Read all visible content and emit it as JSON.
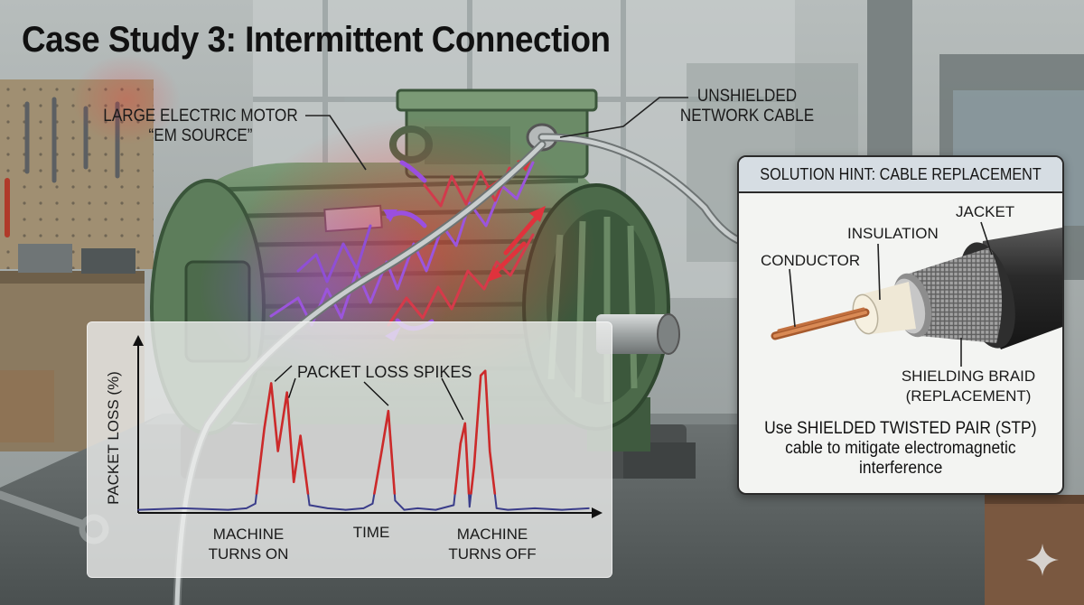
{
  "title": "Case Study 3: Intermittent Connection",
  "labels": {
    "motor_line1": "LARGE ELECTRIC MOTOR",
    "motor_line2": "“EM SOURCE”",
    "cable_line1": "UNSHIELDED",
    "cable_line2": "NETWORK CABLE"
  },
  "chart": {
    "ylabel": "PACKET LOSS (%)",
    "xlabel": "TIME",
    "spikes_label": "PACKET LOSS SPIKES",
    "on_line1": "MACHINE",
    "on_line2": "TURNS ON",
    "off_line1": "MACHINE",
    "off_line2": "TURNS OFF"
  },
  "chart_data": {
    "type": "line",
    "x": [
      0,
      10,
      20,
      24,
      26,
      28,
      29.5,
      31,
      33,
      34.5,
      36,
      38,
      42,
      46,
      50,
      52,
      54,
      55.5,
      57,
      59,
      62,
      66,
      70,
      71.5,
      72.5,
      73.5,
      74.5,
      76,
      77,
      78,
      79.5,
      82,
      88,
      94,
      100
    ],
    "y": [
      2,
      3,
      2,
      3,
      6,
      55,
      84,
      40,
      78,
      20,
      50,
      5,
      3,
      2,
      3,
      6,
      40,
      66,
      8,
      2,
      3,
      2,
      5,
      45,
      58,
      4,
      30,
      89,
      92,
      40,
      3,
      2,
      3,
      2,
      3
    ],
    "series": [
      {
        "values_note": ""
      }
    ],
    "xlabel": "TIME",
    "ylabel": "PACKET LOSS (%)",
    "annotations": [
      "PACKET LOSS SPIKES",
      "MACHINE TURNS ON",
      "MACHINE TURNS OFF"
    ],
    "xlim": [
      0,
      100
    ],
    "ylim": [
      0,
      100
    ],
    "grid": false
  },
  "hint": {
    "heading": "SOLUTION HINT: CABLE REPLACEMENT",
    "jacket": "JACKET",
    "insulation": "INSULATION",
    "conductor": "CONDUCTOR",
    "braid_line1": "SHIELDING BRAID",
    "braid_line2": "(REPLACEMENT)",
    "solution_line1": "Use SHIELDED TWISTED PAIR (STP)",
    "solution_line2": "cable to mitigate electromagnetic",
    "solution_line3": "interference"
  },
  "colors": {
    "motor_green": "#4f6f4f",
    "motor_green_light": "#6f8f6a",
    "emi_red": "#d8323c",
    "emi_purple": "#8c4ad0",
    "loss_trace": "#cc2a2a",
    "baseline_trace": "#3a3d8a",
    "copper": "#c2703f",
    "braid": "#8a8a8a"
  },
  "icons": [
    "emi-wave-icon",
    "sparkle-icon"
  ]
}
